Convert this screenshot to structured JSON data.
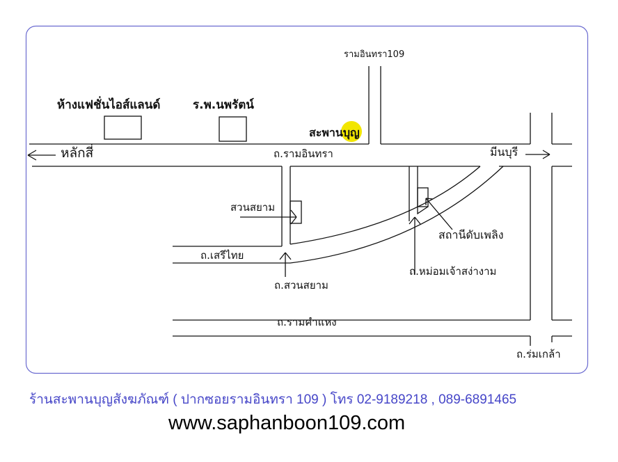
{
  "map": {
    "soi_label": "รามอินทรา109",
    "landmarks": {
      "fashion_island": "ห้างแฟชั่นไอส์แลนด์",
      "hospital": "ร.พ.นพรัตน์",
      "shop": "สะพานบุญ",
      "suan_siam": "สวนสยาม",
      "fire_station": "สถานีดับเพลิง"
    },
    "directions": {
      "left": "หลักสี่",
      "right": "มีนบุรี"
    },
    "roads": {
      "ramintra": "ถ.รามอินทรา",
      "seri_thai": "ถ.เสรีไทย",
      "suan_siam": "ถ.สวนสยาม",
      "mom_chao": "ถ.หม่อมเจ้าสง่างาม",
      "ramkhamhaeng": "ถ.รามคำแหง",
      "romklao": "ถ.ร่มเกล้า"
    },
    "colors": {
      "frame": "#6a6ad0",
      "marker": "#f2e600",
      "contact": "#4646c8"
    }
  },
  "footer": {
    "contact": "ร้านสะพานบุญสังฆภัณฑ์ ( ปากซอยรามอินทรา 109 ) โทร 02-9189218 , 089-6891465",
    "url": "www.saphanboon109.com"
  }
}
